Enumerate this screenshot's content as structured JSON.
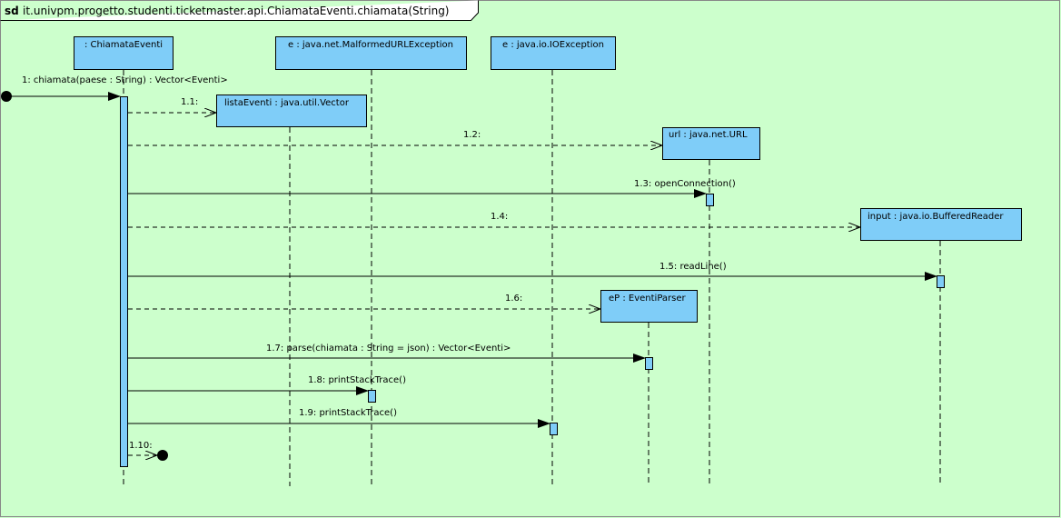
{
  "frame": {
    "keyword": "sd",
    "title": "it.univpm.progetto.studenti.ticketmaster.api.ChiamataEventi.chiamata(String)"
  },
  "lifelines": [
    {
      "id": "ce",
      "label": ": ChiamataEventi"
    },
    {
      "id": "mal",
      "label": "e : java.net.MalformedURLException"
    },
    {
      "id": "ioe",
      "label": "e : java.io.IOException"
    }
  ],
  "created_objects": [
    {
      "id": "lista",
      "label": "listaEventi : java.util.Vector"
    },
    {
      "id": "url",
      "label": "url : java.net.URL"
    },
    {
      "id": "input",
      "label": "input : java.io.BufferedReader"
    },
    {
      "id": "ep",
      "label": "eP : EventiParser"
    }
  ],
  "messages": [
    {
      "id": "m1",
      "label": "1: chiamata(paese : String) : Vector<Eventi>",
      "kind": "found"
    },
    {
      "id": "m1_1",
      "label": "1.1:",
      "kind": "create",
      "target": "lista"
    },
    {
      "id": "m1_2",
      "label": "1.2:",
      "kind": "create",
      "target": "url"
    },
    {
      "id": "m1_3",
      "label": "1.3: openConnection()",
      "kind": "sync",
      "target": "url"
    },
    {
      "id": "m1_4",
      "label": "1.4:",
      "kind": "create",
      "target": "input"
    },
    {
      "id": "m1_5",
      "label": "1.5: readLine()",
      "kind": "sync",
      "target": "input"
    },
    {
      "id": "m1_6",
      "label": "1.6:",
      "kind": "create",
      "target": "ep"
    },
    {
      "id": "m1_7",
      "label": "1.7: parse(chiamata : String = json) : Vector<Eventi>",
      "kind": "sync",
      "target": "ep"
    },
    {
      "id": "m1_8",
      "label": "1.8: printStackTrace()",
      "kind": "sync",
      "target": "mal"
    },
    {
      "id": "m1_9",
      "label": "1.9: printStackTrace()",
      "kind": "sync",
      "target": "ioe"
    },
    {
      "id": "m1_10",
      "label": "1.10:",
      "kind": "lost"
    }
  ],
  "colors": {
    "background": "#ccffcc",
    "object_fill": "#7fcdf8",
    "line": "#000000"
  }
}
